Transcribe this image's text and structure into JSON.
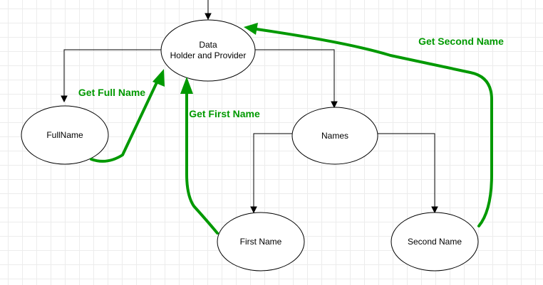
{
  "diagram": {
    "nodes": {
      "data_provider": {
        "line1": "Data",
        "line2": "Holder and Provider"
      },
      "fullname": {
        "label": "FullName"
      },
      "names": {
        "label": "Names"
      },
      "first_name": {
        "label": "First Name"
      },
      "second_name": {
        "label": "Second Name"
      }
    },
    "flows": {
      "get_full_name": "Get Full Name",
      "get_first_name": "Get First Name",
      "get_second_name": "Get Second Name"
    },
    "colors": {
      "flow_green": "#009900",
      "outline": "#000000",
      "grid": "#ececec"
    }
  }
}
